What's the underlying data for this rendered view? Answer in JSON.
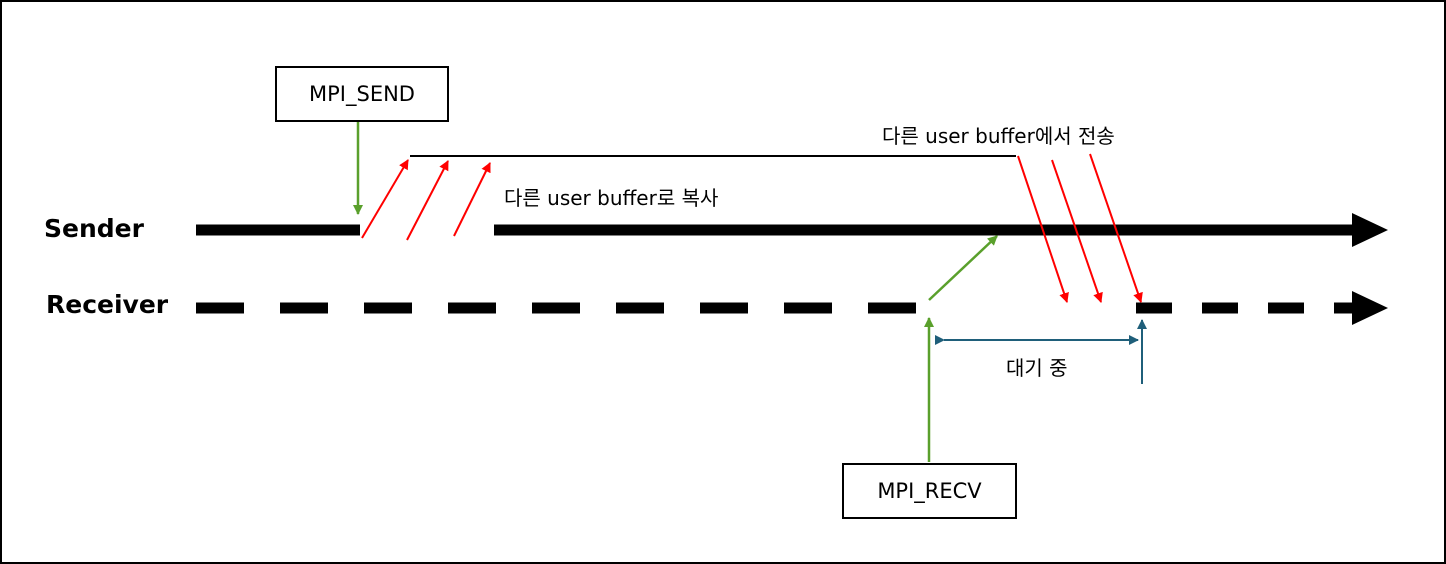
{
  "lanes": {
    "sender": "Sender",
    "receiver": "Receiver"
  },
  "calls": {
    "send": "MPI_SEND",
    "recv": "MPI_RECV"
  },
  "notes": {
    "copy": "다른 user buffer로 복사",
    "transfer": "다른 user buffer에서 전송",
    "waiting": "대기 중"
  },
  "colors": {
    "timeline": "#000000",
    "copy_arrow": "#ff0000",
    "call_arrow": "#5aa02c",
    "wait_marker": "#1f5f7a"
  }
}
